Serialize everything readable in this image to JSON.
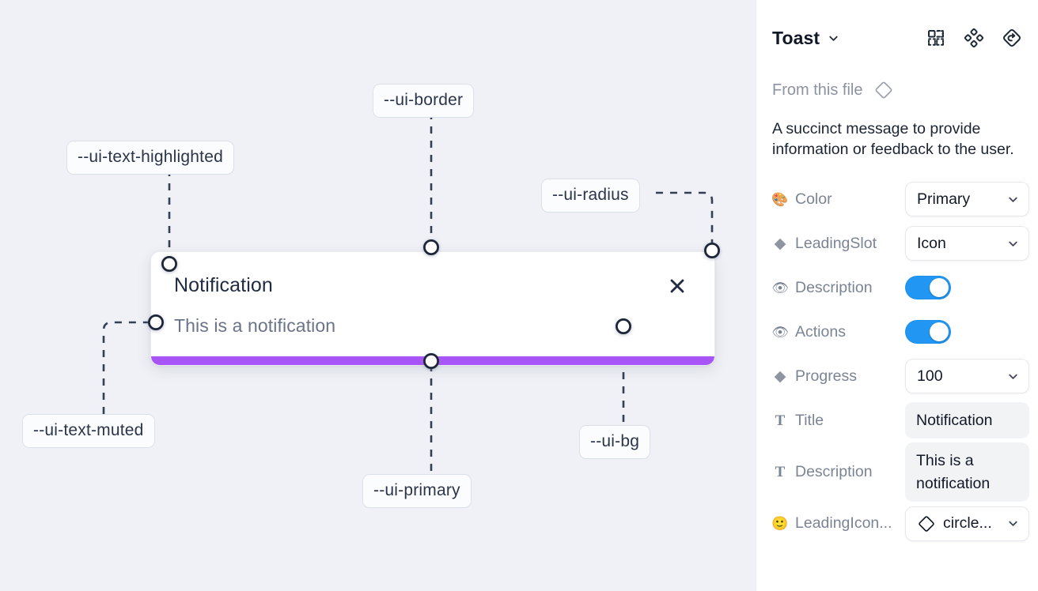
{
  "canvas": {
    "bg_color": "#eff1f6",
    "annotations": [
      {
        "name": "ui-text-highlighted",
        "label": "--ui-text-highlighted"
      },
      {
        "name": "ui-border",
        "label": "--ui-border"
      },
      {
        "name": "ui-radius",
        "label": "--ui-radius"
      },
      {
        "name": "ui-text-muted",
        "label": "--ui-text-muted"
      },
      {
        "name": "ui-primary",
        "label": "--ui-primary"
      },
      {
        "name": "ui-bg",
        "label": "--ui-bg"
      }
    ],
    "toast": {
      "title": "Notification",
      "description": "This is a notification",
      "close_icon": "close-icon",
      "progress_color": "#a855f7",
      "bg_color": "#ffffff"
    }
  },
  "panel": {
    "title": "Toast",
    "title_chevron_icon": "chevron-down-icon",
    "header_icons": [
      {
        "name": "component-grid-icon"
      },
      {
        "name": "variants-cluster-icon"
      },
      {
        "name": "reset-diamond-icon"
      }
    ],
    "from_this_file": {
      "label": "From this file",
      "icon": "diamond-outline-icon"
    },
    "description": "A succinct message to provide information or feedback to the user.",
    "properties": [
      {
        "name": "color",
        "icon": "palette-emoji",
        "icon_glyph": "🎨",
        "label": "Color",
        "control": "select",
        "value": "Primary",
        "chevron_icon": "chevron-down-icon"
      },
      {
        "name": "leading-slot",
        "icon": "diamond-filled-icon",
        "icon_glyph": "◆",
        "label": "LeadingSlot",
        "control": "select",
        "value": "Icon",
        "chevron_icon": "chevron-down-icon"
      },
      {
        "name": "description-toggle",
        "icon": "eye-emoji",
        "icon_glyph": "👁",
        "label": "Description",
        "control": "toggle",
        "value": "on",
        "accent_color": "#2196f3"
      },
      {
        "name": "actions-toggle",
        "icon": "eye-emoji",
        "icon_glyph": "👁",
        "label": "Actions",
        "control": "toggle",
        "value": "on",
        "accent_color": "#2196f3"
      },
      {
        "name": "progress",
        "icon": "diamond-filled-icon",
        "icon_glyph": "◆",
        "label": "Progress",
        "control": "select",
        "value": "100",
        "chevron_icon": "chevron-down-icon"
      },
      {
        "name": "title",
        "icon": "text-icon",
        "icon_glyph": "T",
        "label": "Title",
        "control": "text",
        "value": "Notification"
      },
      {
        "name": "description-text",
        "icon": "text-icon",
        "icon_glyph": "T",
        "label": "Description",
        "control": "textarea",
        "value": "This is a notification"
      },
      {
        "name": "leading-icon",
        "icon": "smiley-emoji",
        "icon_glyph": "🙂",
        "label": "LeadingIcon...",
        "control": "select-icon",
        "value": "circle...",
        "value_icon": "diamond-outline-icon",
        "chevron_icon": "chevron-down-icon"
      }
    ]
  }
}
